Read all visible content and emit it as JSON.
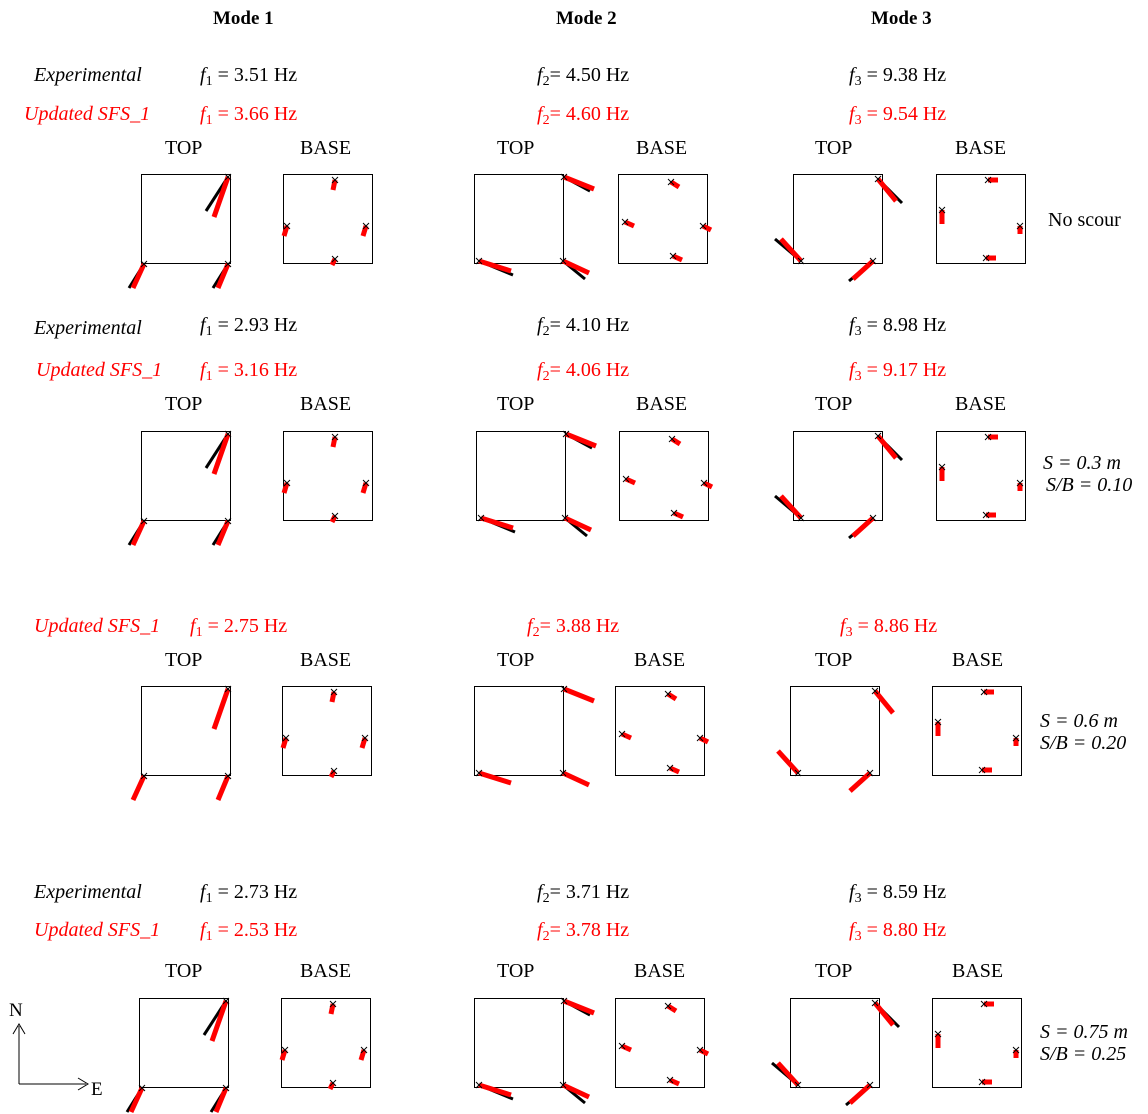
{
  "colors": {
    "experimental": "#000000",
    "updated": "#ff0000"
  },
  "headers": [
    "Mode 1",
    "Mode 2",
    "Mode 3"
  ],
  "labels": {
    "experimental": "Experimental",
    "updated": "Updated SFS_1",
    "top": "TOP",
    "base": "BASE"
  },
  "compass": {
    "north": "N",
    "east": "E"
  },
  "rows": [
    {
      "condition": [
        "No scour"
      ],
      "experimental": [
        "= 3.51 Hz",
        "= 4.50 Hz",
        "= 9.38 Hz"
      ],
      "updated": [
        "= 3.66 Hz",
        "= 4.60 Hz",
        "= 9.54 Hz"
      ]
    },
    {
      "condition": [
        "S = 0.3 m",
        "S/B = 0.10"
      ],
      "experimental": [
        "= 2.93 Hz",
        "= 4.10 Hz",
        "= 8.98 Hz"
      ],
      "updated": [
        "= 3.16 Hz",
        "= 4.06 Hz",
        "= 9.17 Hz"
      ]
    },
    {
      "condition": [
        "S = 0.6 m",
        "S/B = 0.20"
      ],
      "experimental": [],
      "updated": [
        "= 2.75 Hz",
        "= 3.88 Hz",
        "= 8.86 Hz"
      ]
    },
    {
      "condition": [
        "S = 0.75 m",
        "S/B = 0.25"
      ],
      "experimental": [
        "= 2.73 Hz",
        "= 3.71 Hz",
        "= 8.59 Hz"
      ],
      "updated": [
        "= 2.53 Hz",
        "= 3.78 Hz",
        "= 8.80 Hz"
      ]
    }
  ]
}
